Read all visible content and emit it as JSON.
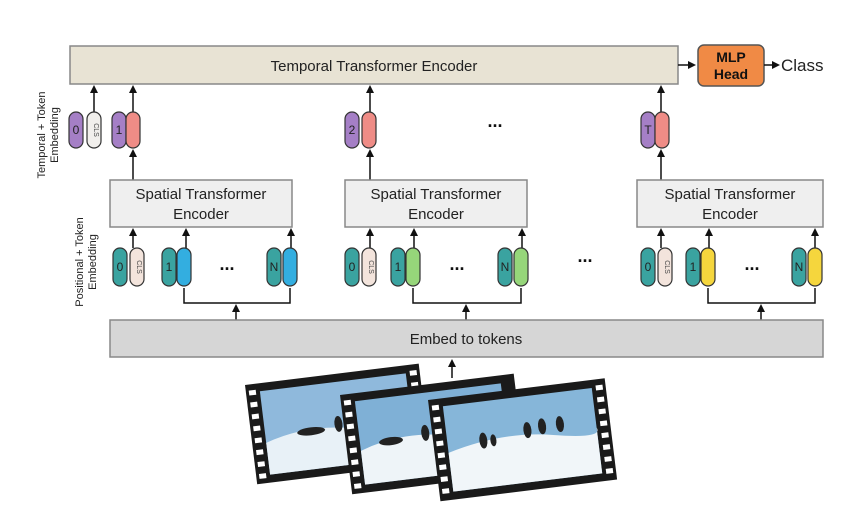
{
  "temporal_encoder": {
    "label": "Temporal Transformer Encoder"
  },
  "mlp_head": {
    "line1": "MLP",
    "line2": "Head"
  },
  "class_output": {
    "label": "Class"
  },
  "spatial_encoders": [
    {
      "line1": "Spatial Transformer",
      "line2": "Encoder"
    },
    {
      "line1": "Spatial Transformer",
      "line2": "Encoder"
    },
    {
      "line1": "Spatial Transformer",
      "line2": "Encoder"
    }
  ],
  "embed": {
    "label": "Embed to tokens"
  },
  "side_labels": {
    "temporal_line1": "Temporal + Token",
    "temporal_line2": "Embedding",
    "positional_line1": "Positional + Token",
    "positional_line2": "Embedding"
  },
  "token_labels": {
    "zero": "0",
    "cls": "CLS",
    "one": "1",
    "two": "2",
    "n": "N",
    "t": "T",
    "ellipsis": "..."
  },
  "colors": {
    "temporal_fill": "#e8e3d4",
    "spatial_fill": "#efefef",
    "embed_fill": "#d6d6d6",
    "mlp_fill": "#f08a45",
    "purple": "#a57fc6",
    "salmon": "#ef8c86",
    "teal": "#3aa3a0",
    "blue": "#33aee0",
    "green": "#96d67a",
    "yellow": "#f5d63d",
    "cls": "#f3e4dc"
  }
}
